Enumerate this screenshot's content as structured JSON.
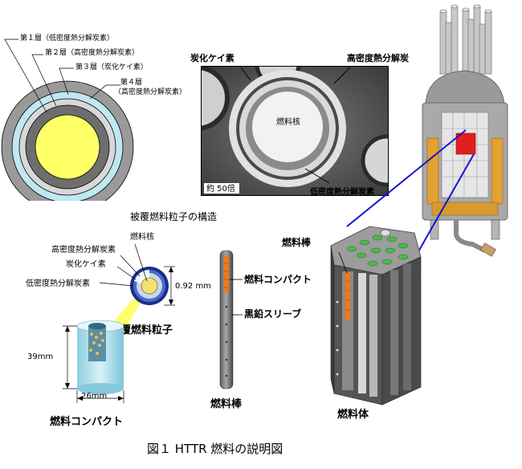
{
  "layer_diagram": {
    "layer1": "第１層（低密度熱分解炭素）",
    "layer2": "第２層（高密度熱分解炭素）",
    "layer3": "第３層（炭化ケイ素）",
    "layer4_line1": "第４層",
    "layer4_line2": "（高密度熱分解炭素）"
  },
  "micrograph": {
    "sic_label": "炭化ケイ素",
    "high_density_label": "高密度熱分解炭",
    "kernel_label": "燃料核",
    "magnification": "約 50倍",
    "low_density_label": "低密度熱分解炭素"
  },
  "micrograph_caption": "被覆燃料粒子の構造",
  "particle_callouts": {
    "kernel": "燃料核",
    "high_density": "高密度熱分解炭素",
    "sic": "炭化ケイ素",
    "low_density": "低密度熱分解炭素",
    "diameter": "0.92 mm",
    "title": "被覆燃料粒子"
  },
  "compact": {
    "height": "39mm",
    "width": "26mm",
    "title": "燃料コンパクト"
  },
  "fuel_rod": {
    "compact_label": "燃料コンパクト",
    "sleeve_label": "黒鉛スリーブ",
    "title": "燃料棒"
  },
  "fuel_block": {
    "rod_label": "燃料棒",
    "title": "燃料体"
  },
  "figure_caption": "図１  HTTR 燃料の説明図",
  "colors": {
    "kernel_yellow": "#ffff66",
    "sic_cyan": "#b8e8f0",
    "compact_orange": "#f07818",
    "connector_blue": "#1414d2",
    "core_red": "#e02020"
  }
}
